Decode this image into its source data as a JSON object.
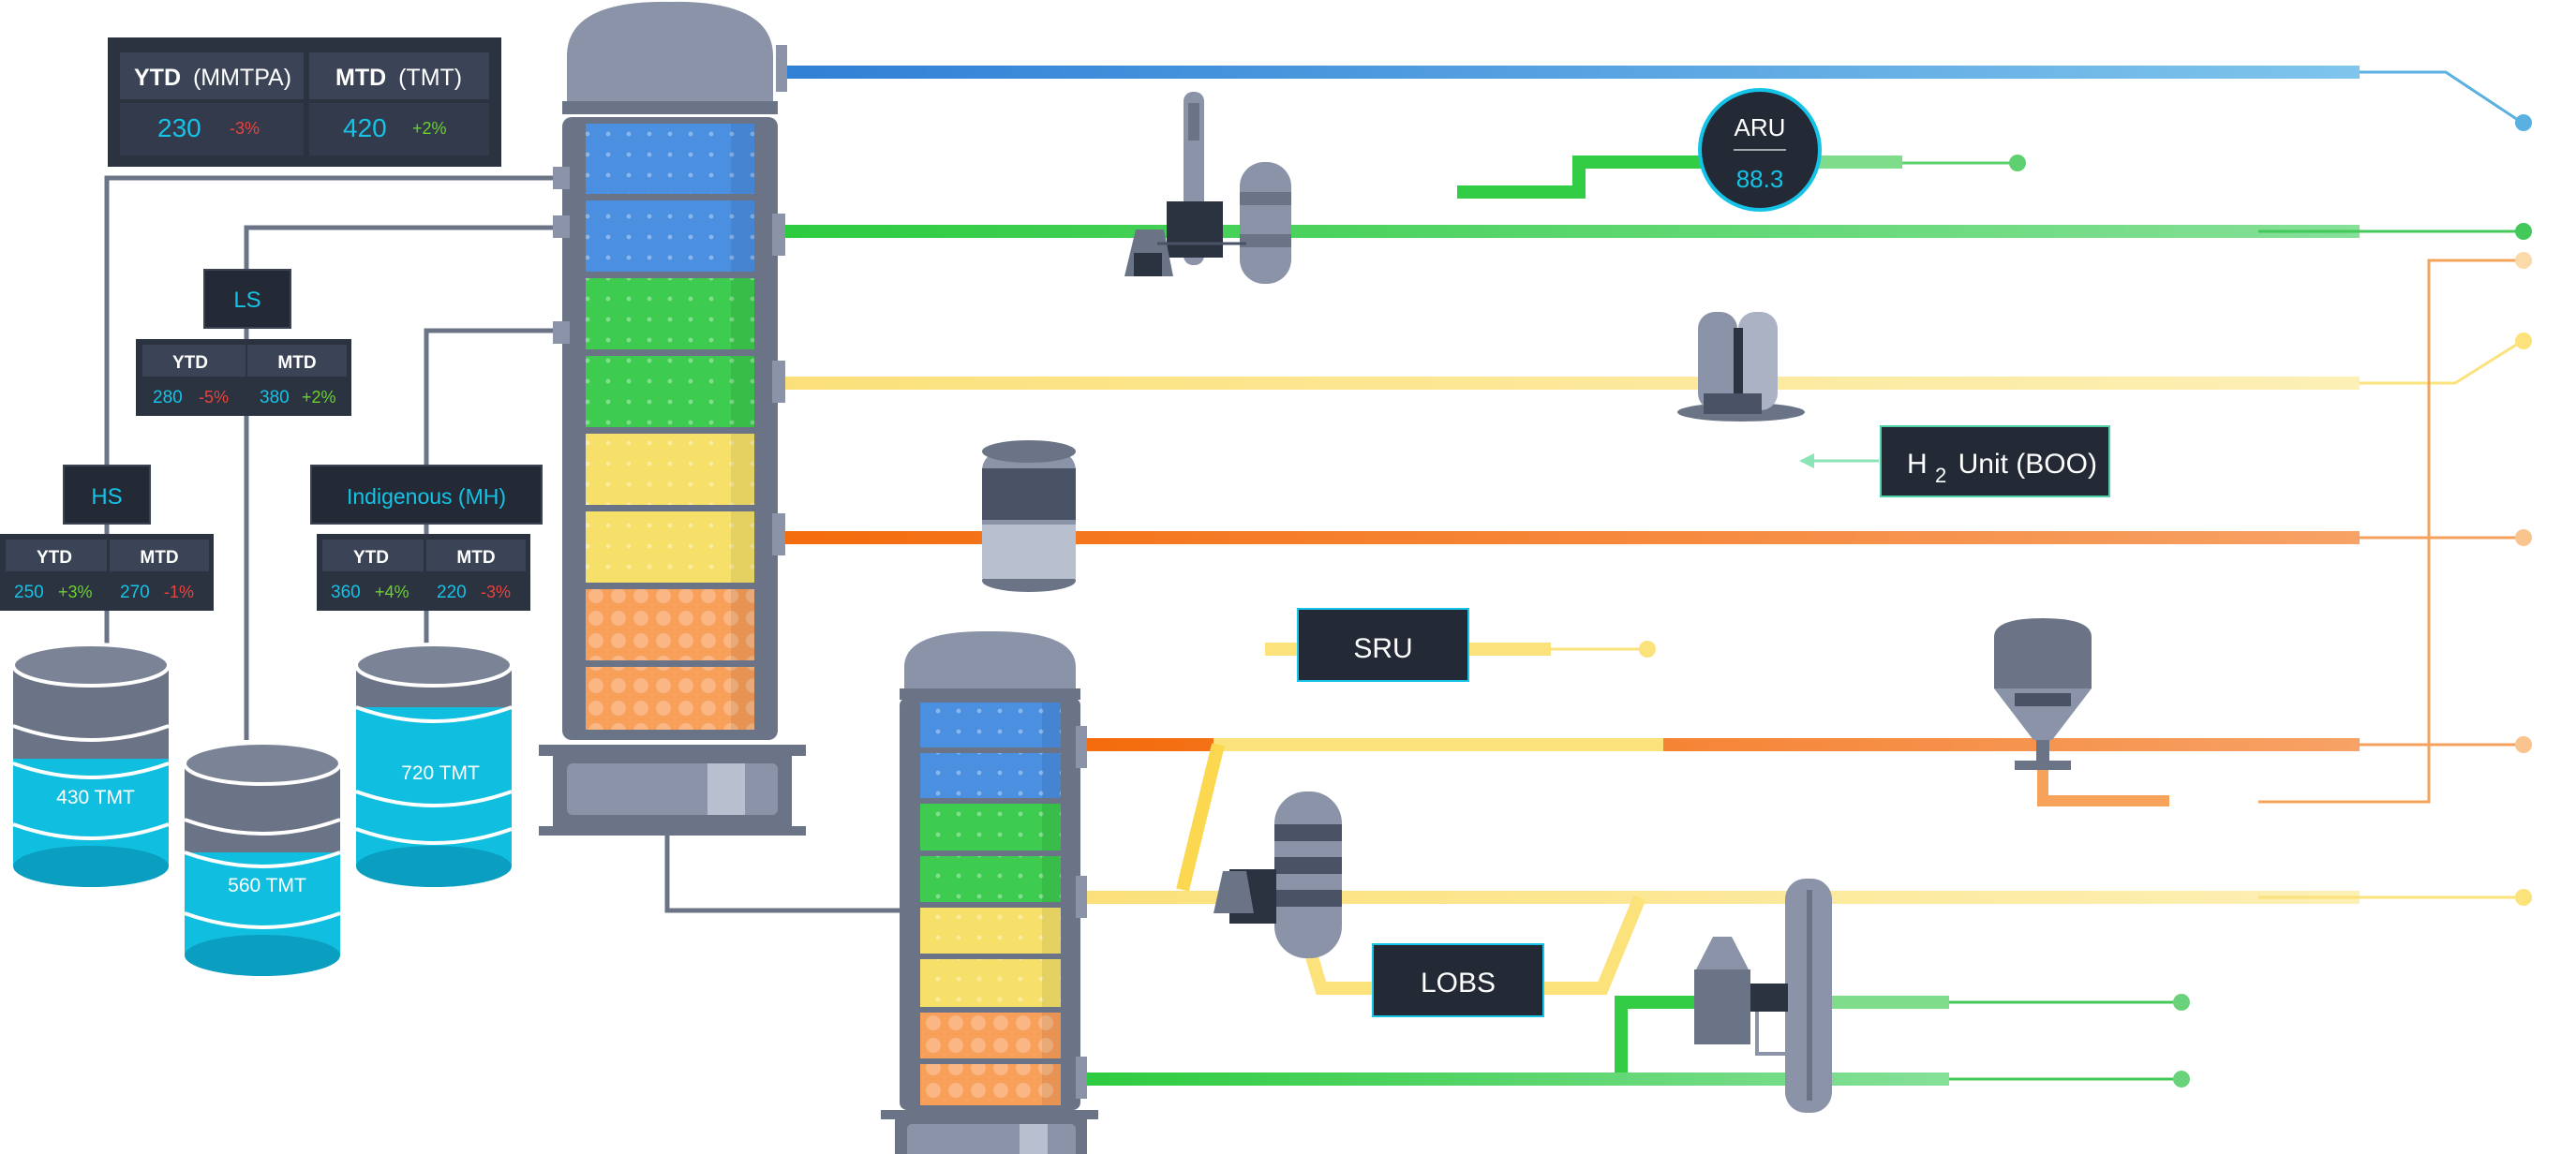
{
  "summary": {
    "ytd_label": "YTD",
    "ytd_unit": "(MMTPA)",
    "ytd_value": "230",
    "ytd_change": "-3%",
    "mtd_label": "MTD",
    "mtd_unit": "(TMT)",
    "mtd_value": "420",
    "mtd_change": "+2%"
  },
  "crude_sources": [
    {
      "name": "HS",
      "ytd_label": "YTD",
      "mtd_label": "MTD",
      "ytd": "250",
      "ytd_change": "+3%",
      "mtd": "270",
      "mtd_change": "-1%",
      "tank": "430 TMT"
    },
    {
      "name": "LS",
      "ytd_label": "YTD",
      "mtd_label": "MTD",
      "ytd": "280",
      "ytd_change": "-5%",
      "mtd": "380",
      "mtd_change": "+2%",
      "tank": "560 TMT"
    },
    {
      "name": "Indigenous (MH)",
      "ytd_label": "YTD",
      "mtd_label": "MTD",
      "ytd": "360",
      "ytd_change": "+4%",
      "mtd": "220",
      "mtd_change": "-3%",
      "tank": "720 TMT"
    }
  ],
  "units": {
    "aru_label": "ARU",
    "aru_value": "88.3",
    "h2_prefix": "H",
    "h2_sub": "2",
    "h2_suffix": "Unit (BOO)",
    "sru": "SRU",
    "lobs": "LOBS"
  },
  "colors": {
    "blue": "#4a90e2",
    "green": "#34c94a",
    "yellow": "#fbe27a",
    "orange": "#f36f13",
    "tank_cyan": "#10bfe0",
    "dark_panel": "#232a36",
    "accent_text": "#14c3e6",
    "up": "#6ad12f",
    "down": "#e8423d"
  }
}
